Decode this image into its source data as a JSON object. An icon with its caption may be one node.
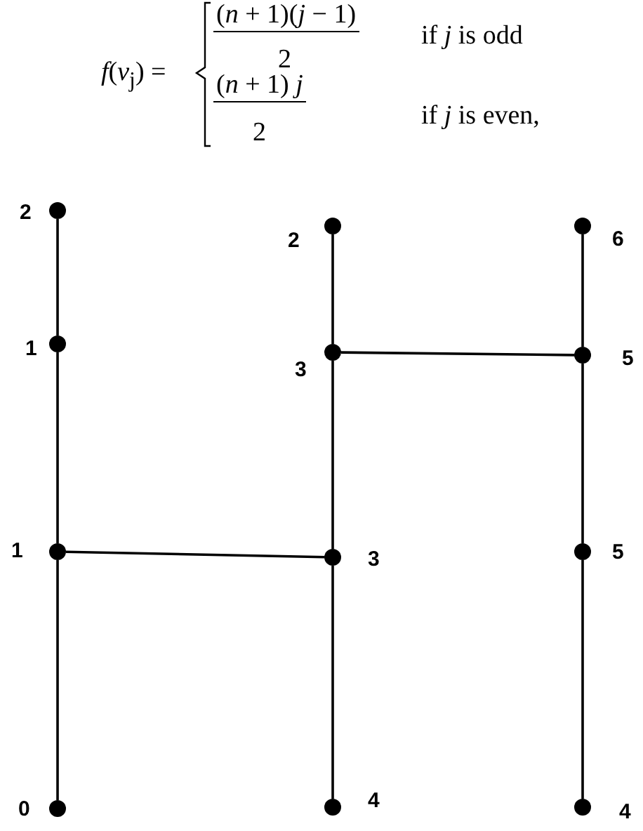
{
  "diagram": {
    "nodes": [
      {
        "text": [],
        "shape": "circle",
        "beside": [
          "2"
        ]
      },
      {
        "text": [],
        "shape": "circle",
        "beside": [
          "1"
        ]
      },
      {
        "text": [],
        "shape": "circle",
        "beside": [
          "1"
        ]
      },
      {
        "text": [],
        "shape": "circle",
        "beside": [
          "0"
        ]
      },
      {
        "text": [],
        "shape": "circle",
        "beside": [
          "2"
        ]
      },
      {
        "text": [],
        "shape": "circle",
        "beside": [
          "3"
        ]
      },
      {
        "text": [],
        "shape": "circle",
        "beside": [
          "3"
        ]
      },
      {
        "text": [],
        "shape": "circle",
        "beside": [
          "4"
        ]
      },
      {
        "text": [],
        "shape": "circle",
        "beside": [
          "6"
        ]
      },
      {
        "text": [],
        "shape": "circle",
        "beside": [
          "5"
        ]
      },
      {
        "text": [],
        "shape": "circle",
        "beside": [
          "5"
        ]
      },
      {
        "text": [],
        "shape": "circle",
        "beside": [
          "4"
        ]
      }
    ],
    "edges": [
      {
        "from": 0,
        "to": 1,
        "arrow": "none"
      },
      {
        "from": 1,
        "to": 2,
        "arrow": "none"
      },
      {
        "from": 2,
        "to": 3,
        "arrow": "none"
      },
      {
        "from": 4,
        "to": 5,
        "arrow": "none"
      },
      {
        "from": 5,
        "to": 6,
        "arrow": "none"
      },
      {
        "from": 6,
        "to": 7,
        "arrow": "none"
      },
      {
        "from": 8,
        "to": 9,
        "arrow": "none"
      },
      {
        "from": 9,
        "to": 10,
        "arrow": "none"
      },
      {
        "from": 10,
        "to": 11,
        "arrow": "none"
      },
      {
        "from": 2,
        "to": 6,
        "arrow": "none"
      },
      {
        "from": 5,
        "to": 9,
        "arrow": "none"
      }
    ],
    "labels": [
      "*f*(*v*$_{j}$) =",
      "(*n* + 1)(*j* − 1)",
      "if *j* is odd",
      "2",
      "(*n* + 1) *j*",
      "if *j* is even,",
      "2"
    ]
  }
}
